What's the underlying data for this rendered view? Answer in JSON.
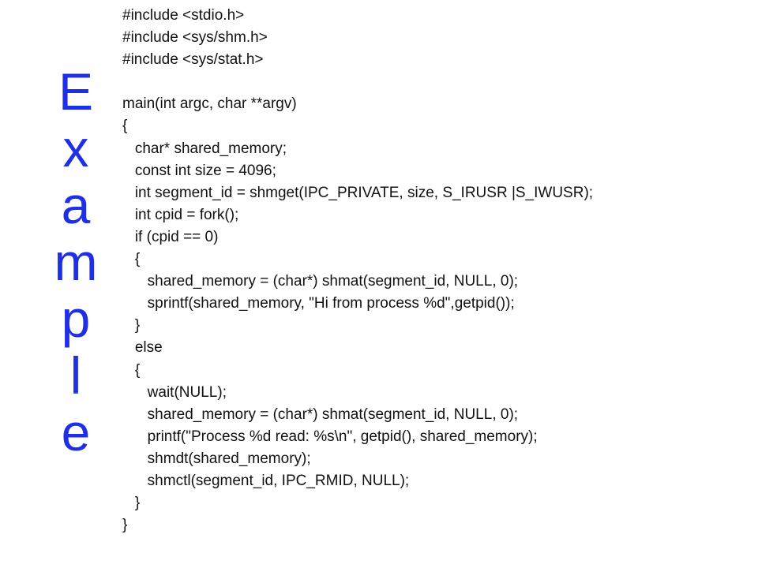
{
  "colors": {
    "title": "#1f2fe6",
    "text": "#111111",
    "background": "#ffffff"
  },
  "title_letters": [
    "E",
    "x",
    "a",
    "m",
    "p",
    "l",
    "e"
  ],
  "code_lines": [
    "#include <stdio.h>",
    "#include <sys/shm.h>",
    "#include <sys/stat.h>",
    "",
    "main(int argc, char **argv)",
    "{",
    "   char* shared_memory;",
    "   const int size = 4096;",
    "   int segment_id = shmget(IPC_PRIVATE, size, S_IRUSR |S_IWUSR);",
    "   int cpid = fork();",
    "   if (cpid == 0)",
    "   {",
    "      shared_memory = (char*) shmat(segment_id, NULL, 0);",
    "      sprintf(shared_memory, \"Hi from process %d\",getpid());",
    "   }",
    "   else",
    "   {",
    "      wait(NULL);",
    "      shared_memory = (char*) shmat(segment_id, NULL, 0);",
    "      printf(\"Process %d read: %s\\n\", getpid(), shared_memory);",
    "      shmdt(shared_memory);",
    "      shmctl(segment_id, IPC_RMID, NULL);",
    "   }",
    "}"
  ]
}
